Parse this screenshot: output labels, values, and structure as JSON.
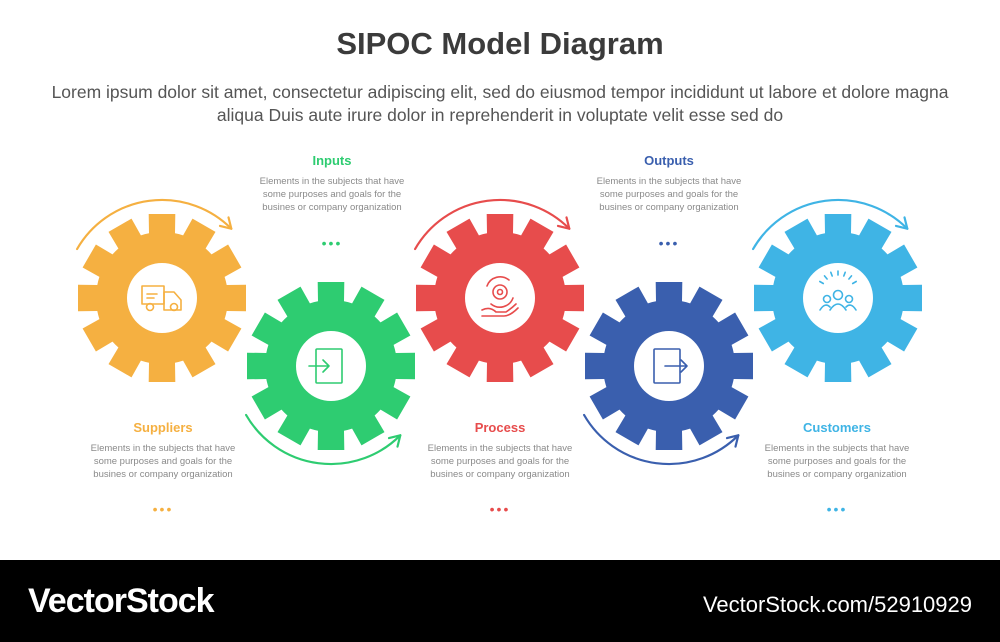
{
  "header": {
    "title": "SIPOC Model Diagram",
    "subtitle": "Lorem ipsum dolor sit amet, consectetur adipiscing elit, sed do eiusmod tempor incididunt ut labore et dolore magna aliqua Duis aute irure dolor in reprehenderit in voluptate velit esse sed do"
  },
  "steps": [
    {
      "label": "Suppliers",
      "description": "Elements in the subjects that have some purposes and goals for the busines or company organization",
      "color": "#f5b041",
      "icon": "delivery-truck-icon",
      "dots": "•••"
    },
    {
      "label": "Inputs",
      "description": "Elements in the subjects that have some purposes and goals for the busines or company organization",
      "color": "#2ecc71",
      "icon": "sign-in-icon",
      "dots": "•••"
    },
    {
      "label": "Process",
      "description": "Elements in the subjects that have some purposes and goals for the busines or company organization",
      "color": "#e74c4c",
      "icon": "gear-cycle-hand-icon",
      "dots": "•••"
    },
    {
      "label": "Outputs",
      "description": "Elements in the subjects that have some purposes and goals for the busines or company organization",
      "color": "#3a5fae",
      "icon": "sign-out-icon",
      "dots": "•••"
    },
    {
      "label": "Customers",
      "description": "Elements in the subjects that have some purposes and goals for the busines or company organization",
      "color": "#3fb4e5",
      "icon": "people-group-icon",
      "dots": "•••"
    }
  ],
  "footer": {
    "brand": "VectorStock",
    "credit": "VectorStock.com/52910929"
  }
}
